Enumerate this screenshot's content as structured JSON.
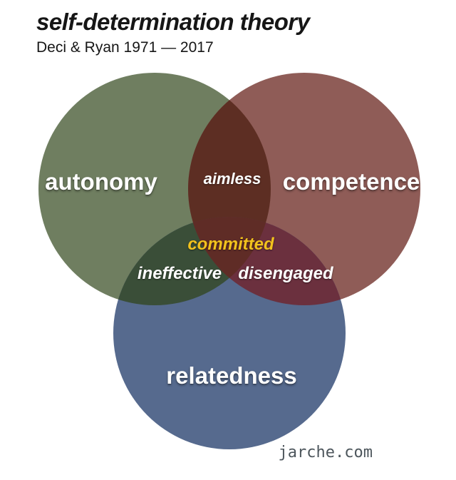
{
  "header": {
    "title": "self-determination theory",
    "subtitle": "Deci & Ryan 1971 — 2017"
  },
  "venn": {
    "circles": [
      {
        "id": "autonomy",
        "label": "autonomy",
        "color": "#6F7E60"
      },
      {
        "id": "competence",
        "label": "competence",
        "color": "#8F5C57"
      },
      {
        "id": "relatedness",
        "label": "relatedness",
        "color": "#566A8E"
      }
    ],
    "overlaps": {
      "autonomy_competence": {
        "label": "aimless",
        "color": "#5D2E23",
        "label_color": "#FFFFFF"
      },
      "autonomy_relatedness": {
        "label": "ineffective",
        "color": "#3A4E38",
        "label_color": "#FFFFFF"
      },
      "competence_relatedness": {
        "label": "disengaged",
        "color": "#6B303E",
        "label_color": "#FFFFFF"
      },
      "center": {
        "label": "committed",
        "color": "#5F2C26",
        "label_color": "#F2C21D"
      }
    }
  },
  "footer": {
    "attribution": "jarche.com"
  }
}
